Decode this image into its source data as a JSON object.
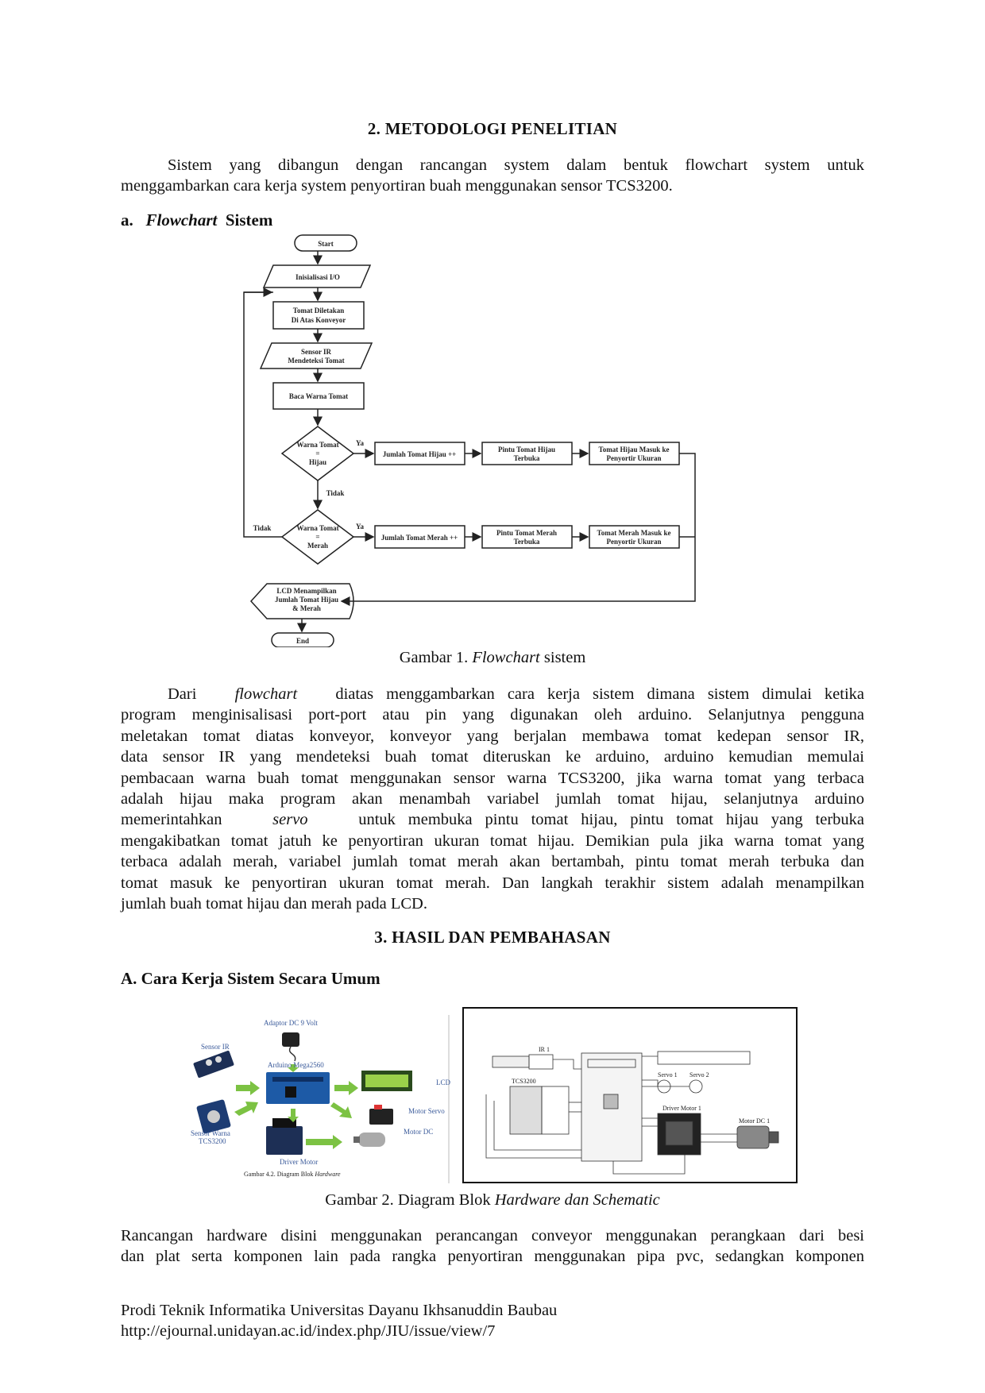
{
  "section2": {
    "heading": "2.   METODOLOGI  PENELITIAN",
    "intro_lines": [
      "Sistem  yang  dibangun  dengan  rancangan  system  dalam  bentuk  flowchart  system  untuk",
      "menggambarkan cara kerja system penyortiran buah menggunakan sensor TCS3200."
    ],
    "sub_a_prefix": "a.",
    "sub_a_italic": "Flowchart",
    "sub_a_rest": "Sistem"
  },
  "flowchart": {
    "start": "Start",
    "init": "Inisialisasi I/O",
    "place_1": "Tomat Diletakan",
    "place_2": "Di Atas Konveyor",
    "ir_1": "Sensor IR",
    "ir_2": "Mendeteksi Tomat",
    "read": "Baca Warna Tomat",
    "d1_1": "Warna Tomat",
    "d1_2": "=",
    "d1_3": "Hijau",
    "d2_1": "Warna Tomat",
    "d2_2": "=",
    "d2_3": "Merah",
    "yes1": "Ya",
    "yes2": "Ya",
    "no1": "Tidak",
    "no2": "Tidak",
    "green_count": "Jumlah Tomat Hijau ++",
    "green_gate_1": "Pintu Tomat Hijau",
    "green_gate_2": "Terbuka",
    "green_sort_1": "Tomat Hijau Masuk ke",
    "green_sort_2": "Penyortir Ukuran",
    "red_count": "Jumlah Tomat Merah ++",
    "red_gate_1": "Pintu Tomat Merah",
    "red_gate_2": "Terbuka",
    "red_sort_1": "Tomat Merah Masuk ke",
    "red_sort_2": "Penyortir Ukuran",
    "lcd_1": "LCD Menampilkan",
    "lcd_2": "Jumlah Tomat Hijau",
    "lcd_3": "& Merah",
    "end": "End"
  },
  "figure1": {
    "prefix": "Gambar 1.",
    "italic": "Flowchart",
    "suffix": "sistem"
  },
  "para2": {
    "l1_a": "Dari",
    "l1_i": "flowchart",
    "l1_b": "diatas  menggambarkan  cara  kerja  sistem  dimana  sistem dimulai ketika",
    "l2": "program  menginisalisasi  port-port  atau  pin  yang  digunakan  oleh  arduino.  Selanjutnya  pengguna",
    "l3": "meletakan tomat diatas konveyor, konveyor yang berjalan  membawa  tomat  kedepan  sensor  IR,",
    "l4": "data  sensor  IR  yang  mendeteksi  buah  tomat  diteruskan  ke  arduino,  arduino  kemudian  memulai",
    "l5": "pembacaan warna buah tomat menggunakan sensor warna TCS3200, jika warna tomat yang terbaca",
    "l6": "adalah  hijau  maka  program  akan  menambah  variabel  jumlah  tomat  hijau,  selanjutnya   arduino",
    "l7_a": "memerintahkan",
    "l7_i": "servo",
    "l7_b": "untuk   membuka   pintu   tomat   hijau,  pintu  tomat  hijau  yang  terbuka",
    "l8": "mengakibatkan tomat jatuh ke penyortiran ukuran tomat hijau. Demikian pula jika warna tomat yang",
    "l9": "terbaca adalah merah, variabel jumlah tomat merah akan bertambah, pintu tomat merah terbuka dan",
    "l10": "tomat masuk ke penyortiran ukuran tomat merah. Dan langkah terakhir sistem adalah menampilkan",
    "l11": "jumlah buah tomat hijau dan merah pada LCD."
  },
  "section3": {
    "heading": "3.   HASIL DAN PEMBAHASAN",
    "sub_a": "A. Cara Kerja Sistem Secara Umum"
  },
  "block_diagram": {
    "adaptor": "Adaptor DC 9 Volt",
    "sensor_ir": "Sensor IR",
    "arduino": "Arduino Mega2560",
    "lcd": "LCD",
    "motor_servo": "Motor Servo",
    "sensor_warna_1": "Sensor Warna",
    "sensor_warna_2": "TCS3200",
    "motor_dc": "Motor DC",
    "driver_motor": "Driver Motor",
    "inner_caption_prefix": "Gambar 4.2. Diagram Blok",
    "inner_caption_italic": "Hardware"
  },
  "schematic": {
    "ir": "IR 1",
    "tcs": "TCS3200",
    "servo1": "Servo 1",
    "servo2": "Servo 2",
    "driver": "Driver Motor 1",
    "motor": "Motor DC 1"
  },
  "figure2": {
    "prefix": "Gambar 2. Diagram Blok",
    "italic": "Hardware dan Schematic"
  },
  "para3": {
    "l1": "Rancangan hardware disini menggunakan perancangan conveyor menggunakan perangkaan dari besi",
    "l2": "dan plat serta komponen lain pada rangka penyortiran menggunakan pipa pvc, sedangkan komponen"
  },
  "footer": {
    "line1": "Prodi Teknik Informatika Universitas Dayanu Ikhsanuddin Baubau",
    "line2": "http://ejournal.unidayan.ac.id/index.php/JIU/issue/view/7"
  },
  "colors": {
    "text": "#111111",
    "link_label": "#3a5a9a",
    "arrow": "#7cc243",
    "lcd_screen": "#9bd14a"
  }
}
